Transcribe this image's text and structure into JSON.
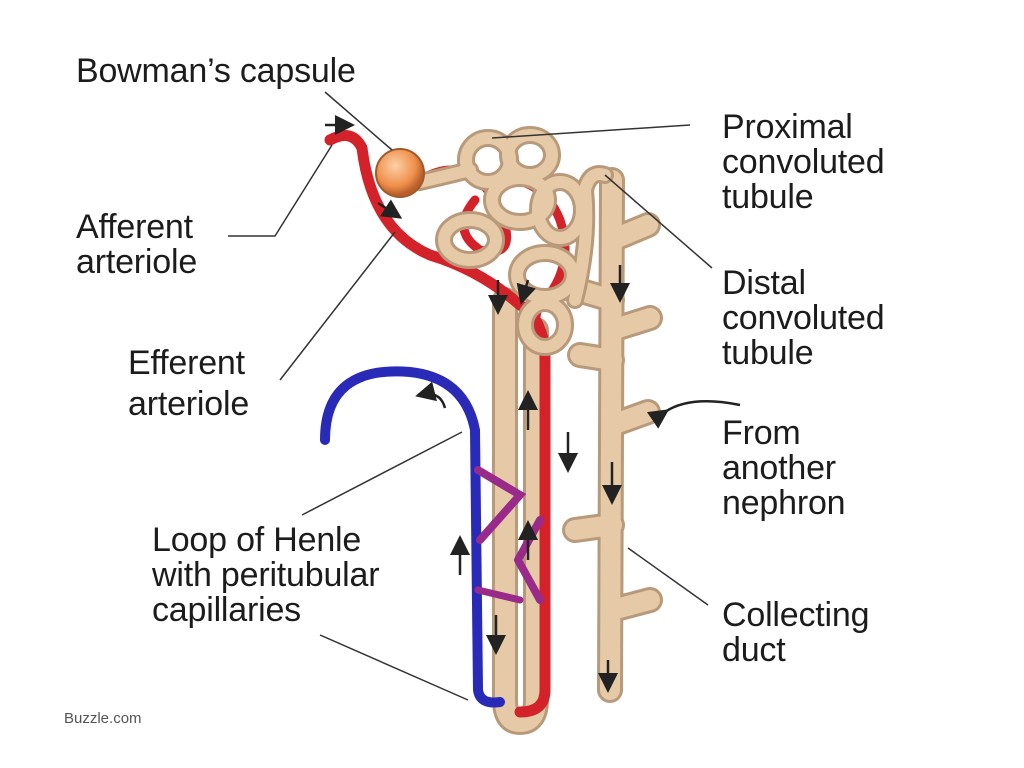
{
  "labels": {
    "bowmans_capsule": [
      "Bowman’s capsule"
    ],
    "proximal_tubule": [
      "Proximal",
      "convoluted",
      "tubule"
    ],
    "afferent_arteriole": [
      "Afferent",
      "arteriole"
    ],
    "distal_tubule": [
      "Distal",
      "convoluted",
      "tubule"
    ],
    "efferent_arteriole": [
      "Efferent",
      "arteriole"
    ],
    "from_another_nephron": [
      "From",
      "another",
      "nephron"
    ],
    "loop_of_henle": [
      "Loop of Henle",
      "with peritubular",
      "capillaries"
    ],
    "collecting_duct": [
      "Collecting",
      "duct"
    ]
  },
  "credit": "Buzzle.com",
  "colors": {
    "artery": "#d4222a",
    "vein": "#2a2ab8",
    "capillary": "#9a2a8a",
    "tubule": "#e6c9a6",
    "tubule_edge": "#b89a7a",
    "capsule": "#f08f4a",
    "leader_line": "#333333"
  }
}
